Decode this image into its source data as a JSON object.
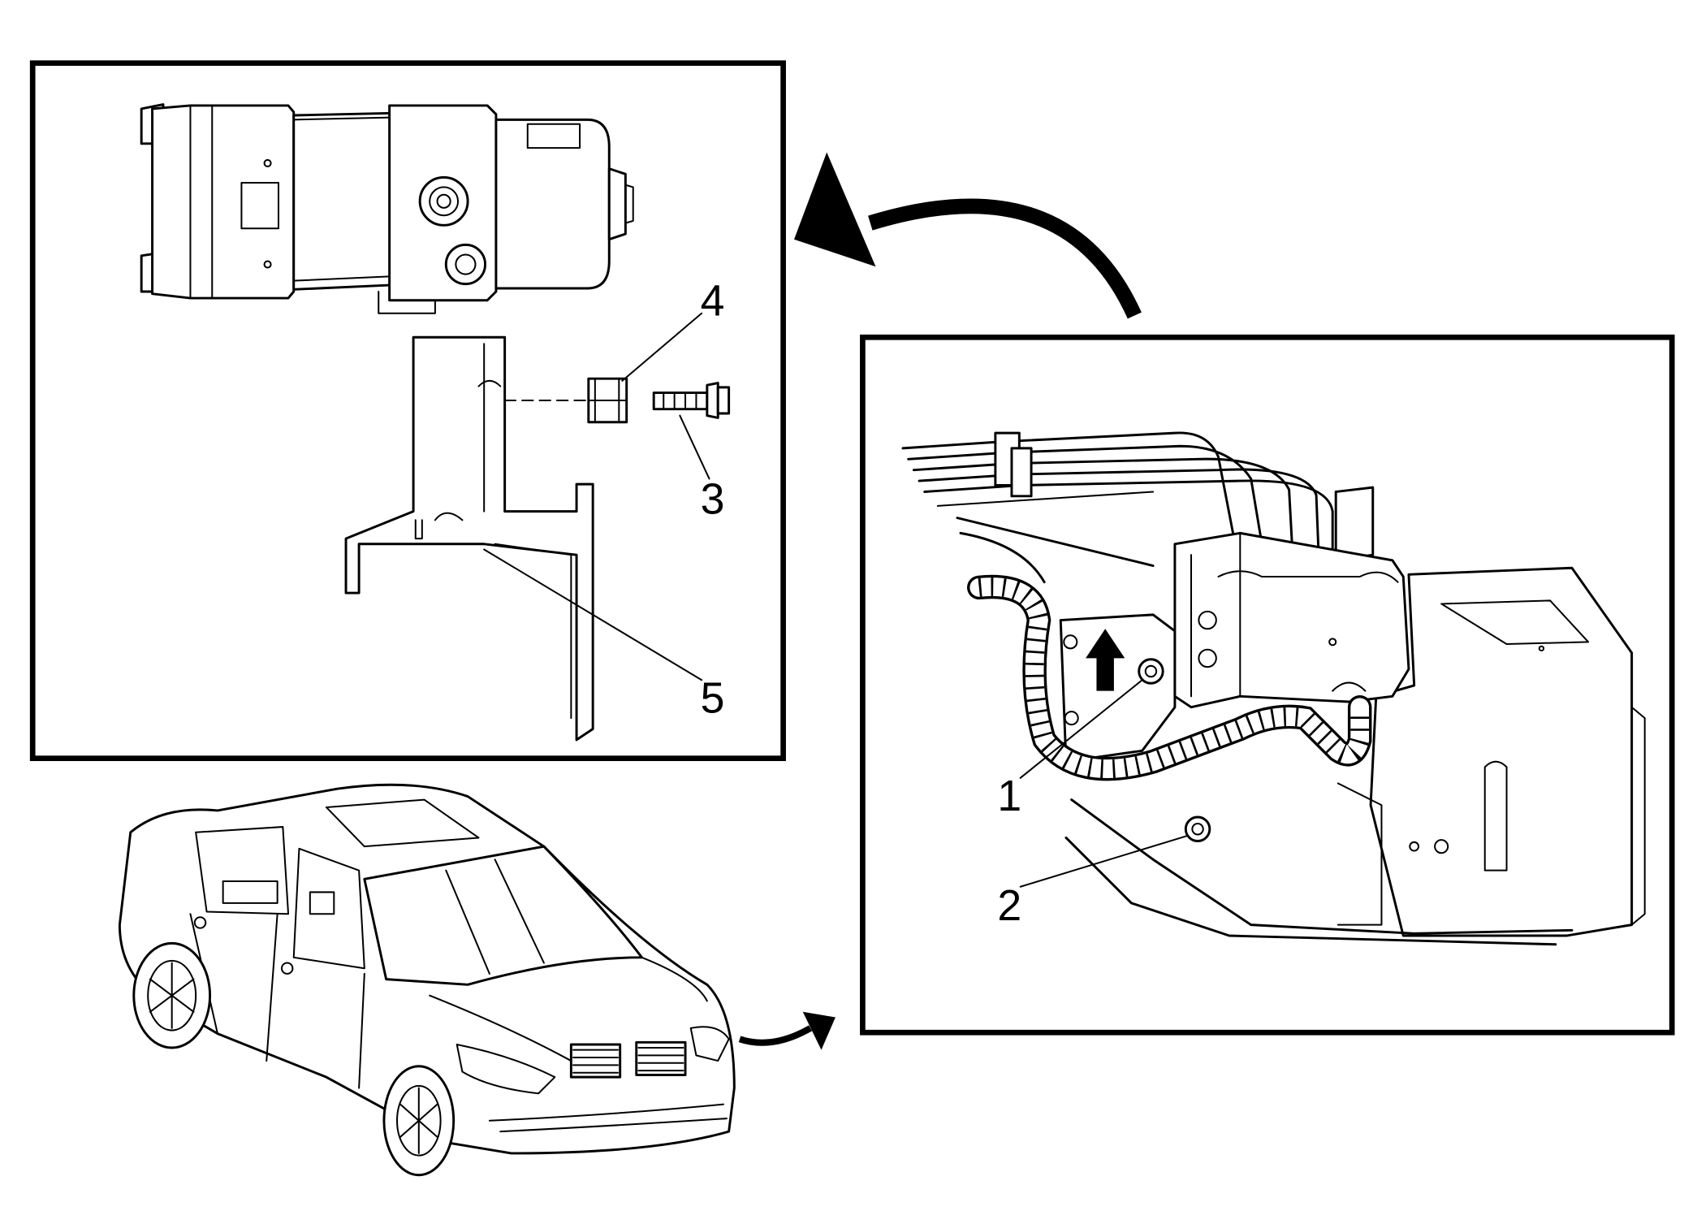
{
  "figure": {
    "callouts": [
      {
        "id": "callout-1",
        "label": "1"
      },
      {
        "id": "callout-2",
        "label": "2"
      },
      {
        "id": "callout-3",
        "label": "3"
      },
      {
        "id": "callout-4",
        "label": "4"
      },
      {
        "id": "callout-5",
        "label": "5"
      }
    ]
  }
}
